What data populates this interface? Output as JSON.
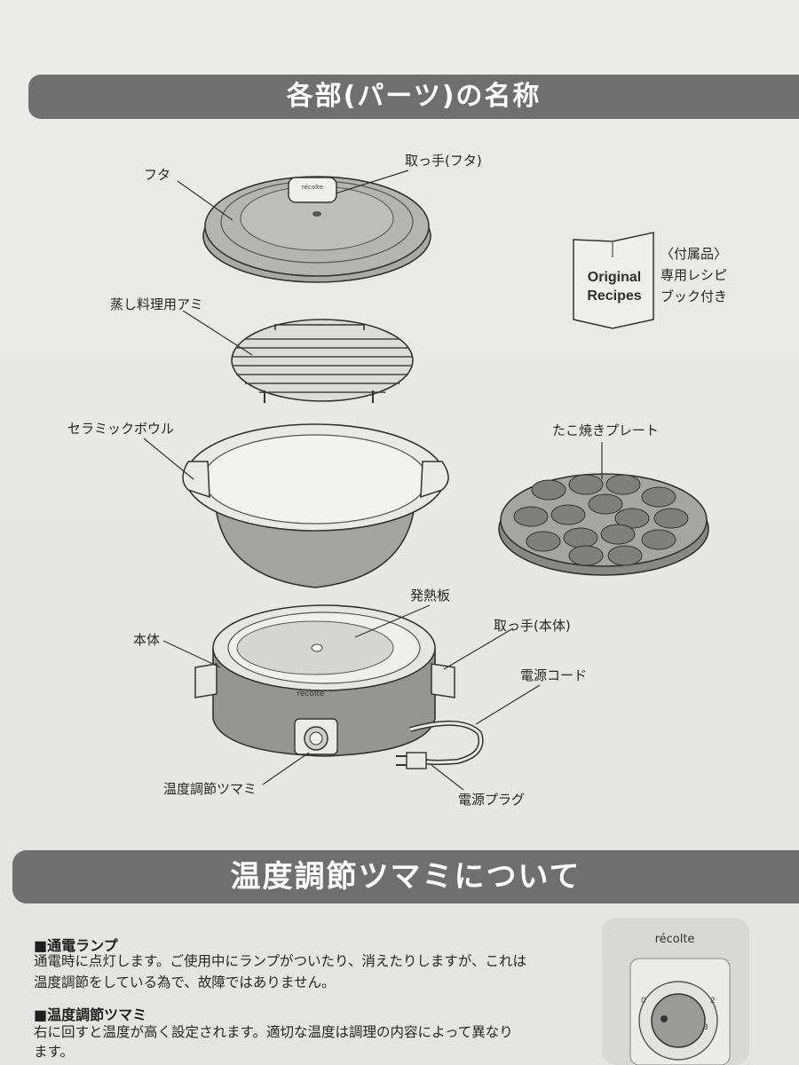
{
  "section1": {
    "title": "各部(パーツ)の名称"
  },
  "parts": {
    "lid": "フタ",
    "lid_handle": "取っ手(フタ)",
    "steam_rack": "蒸し料理用アミ",
    "ceramic_bowl": "セラミックボウル",
    "takoyaki_plate": "たこ焼きプレート",
    "heating_plate": "発熱板",
    "body": "本体",
    "body_handle": "取っ手(本体)",
    "power_cord": "電源コード",
    "temp_knob": "温度調節ツマミ",
    "power_plug": "電源プラグ"
  },
  "brand": "récolte",
  "accessory": {
    "book_line1": "Original",
    "book_line2": "Recipes",
    "heading": "〈付属品〉",
    "line1": "専用レシピ",
    "line2": "ブック付き"
  },
  "section2": {
    "title": "温度調節ツマミについて"
  },
  "power_lamp": {
    "heading": "■通電ランプ",
    "line1": "通電時に点灯します。ご使用中にランプがついたり、消えたりしますが、これは",
    "line2": "温度調節をしている為で、故障ではありません。"
  },
  "temp_knob_info": {
    "heading": "■温度調節ツマミ",
    "line1": "右に回すと温度が高く設定されます。適切な温度は調理の内容によって異なり",
    "line2": "ます。"
  },
  "dial": {
    "mark0": "0",
    "mark2": "2",
    "mark3": "3"
  },
  "colors": {
    "bar": "#6f6f6f",
    "paper": "#e8e8e6",
    "appliance": "#8a8a88"
  }
}
